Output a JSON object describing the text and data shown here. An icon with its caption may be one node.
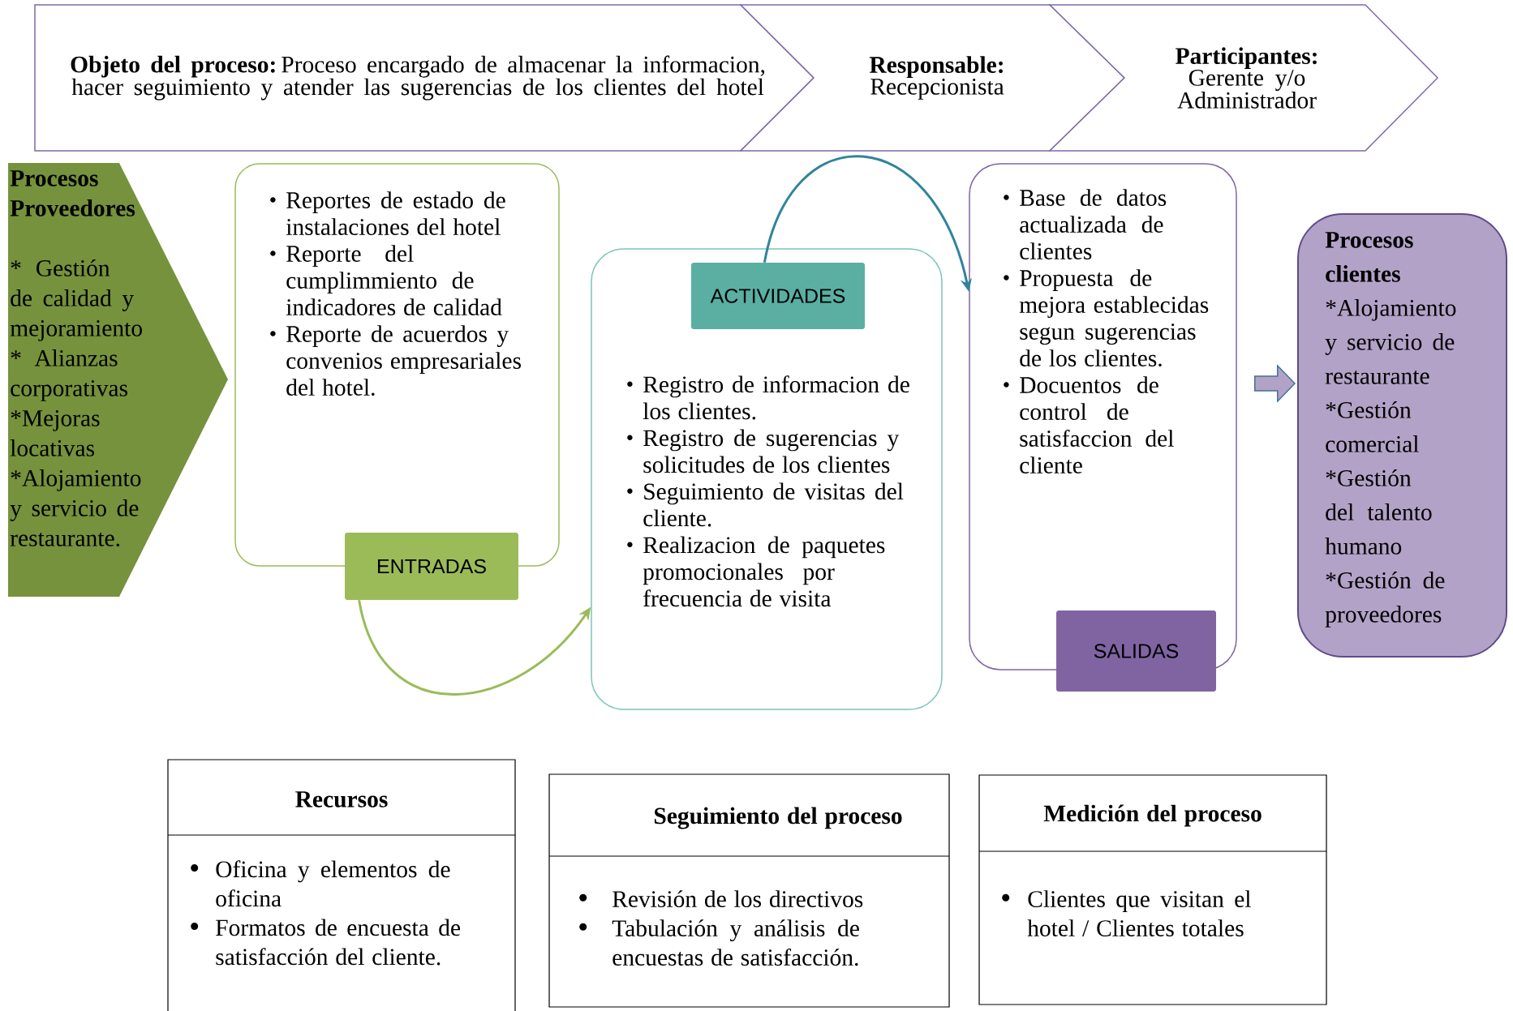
{
  "diagram": {
    "nodes": [
      {
        "text": [
          "**Objeto del proceso:** Proceso encargado de almacenar la informacion, hacer seguimiento y atender las sugerencias de los clientes del hotel"
        ]
      },
      {
        "text": [
          "Responsable:",
          "Recepcionista"
        ]
      },
      {
        "text": [
          "Participantes:",
          "Gerente y/o Administrador"
        ]
      },
      {
        "text": [
          "Procesos Proveedores",
          "* Gestión de calidad y mejoramiento",
          "* Alianzas corporativas",
          "*Mejoras locativas",
          "*Alojamiento y servicio de restaurante."
        ]
      },
      {
        "text": [
          "Reportes de estado de instalaciones del hotel",
          "Reporte del cumplimmiento de indicadores de calidad",
          "Reporte de acuerdos y convenios empresariales del hotel."
        ]
      },
      {
        "text": [
          "ENTRADAS"
        ]
      },
      {
        "text": [
          "Registro de informacion de los clientes.",
          "Registro de sugerencias y solicitudes de los clientes",
          "Seguimiento de visitas del cliente.",
          "Realizacion de paquetes promocionales por frecuencia de visita"
        ]
      },
      {
        "text": [
          "ACTIVIDADES"
        ],
        "in": 6
      },
      {
        "text": [
          "Base de datos actualizada de clientes",
          "Propuesta de mejora establecidas segun sugerencias de los clientes.",
          "Docuentos de control de satisfaccion del cliente"
        ]
      },
      {
        "text": [
          "SALIDAS"
        ]
      },
      {
        "text": [
          "Procesos clientes",
          "*Alojamiento y servicio de restaurante",
          "*Gestión comercial",
          "*Gestión del talento humano",
          "*Gestión de proveedores"
        ]
      },
      {
        "text": [
          "Recursos",
          "Oficina y elementos de oficina",
          "Formatos de encuesta de satisfacción del cliente."
        ]
      },
      {
        "text": [
          "Seguimiento del proceso",
          "Revisión de los directivos",
          "Tabulación y análisis de encuestas de satisfacción."
        ]
      },
      {
        "text": [
          "Medición del proceso",
          "Clientes que visitan el hotel / Clientes totales"
        ]
      }
    ],
    "edges": [
      {
        "from": 5,
        "to": 6,
        "arrow": "to",
        "color": "#9bbb59"
      },
      {
        "from": 7,
        "to": 8,
        "arrow": "to",
        "color": "#31849b"
      },
      {
        "from": 8,
        "to": 10,
        "arrow": "to",
        "style": "thick",
        "color": "#b3a2c7"
      }
    ]
  }
}
